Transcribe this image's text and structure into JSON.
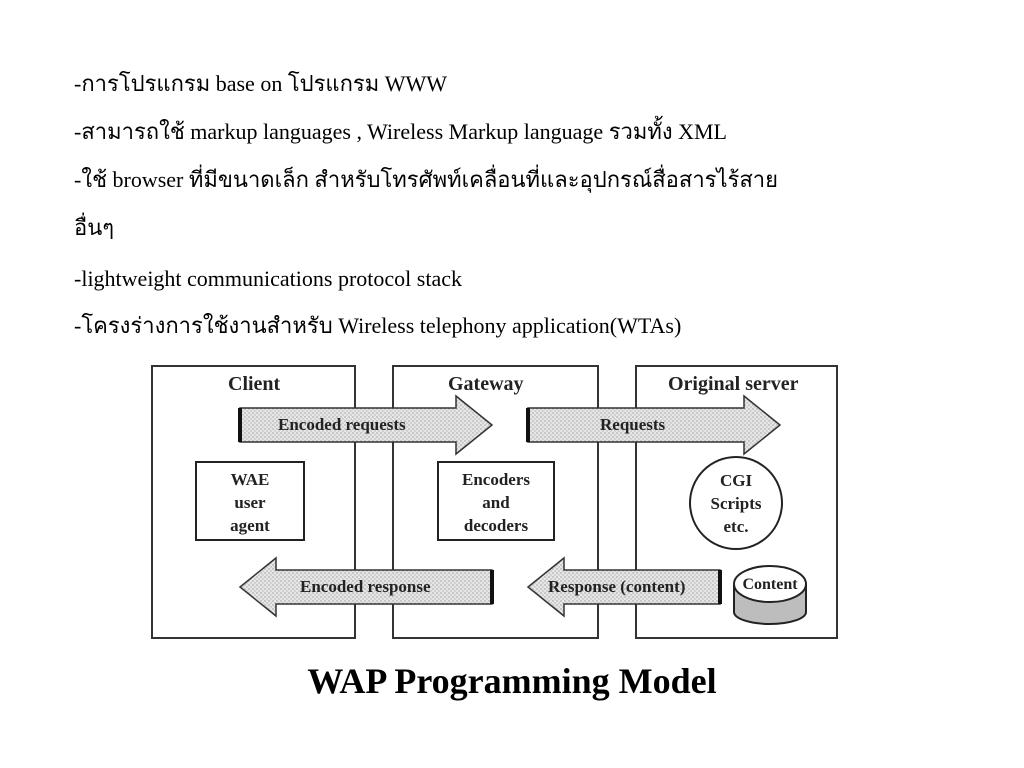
{
  "bullets": [
    "-การโปรแกรม base on โปรแกรม WWW",
    "-สามารถใช้ markup languages , Wireless Markup language รวมทั้ง XML",
    "-ใช้ browser ที่มีขนาดเล็ก สำหรับโทรศัพท์เคลื่อนที่และอุปกรณ์สื่อสารไร้สาย",
    "อื่นๆ",
    "-lightweight communications protocol stack",
    "-โครงร่างการใช้งานสำหรับ Wireless telephony application(WTAs)"
  ],
  "diagram": {
    "columns": {
      "client": "Client",
      "gateway": "Gateway",
      "server": "Original server"
    },
    "arrows": {
      "encoded_requests": "Encoded requests",
      "requests": "Requests",
      "encoded_response": "Encoded response",
      "response_content": "Response (content)"
    },
    "boxes": {
      "wae": [
        "WAE",
        "user",
        "agent"
      ],
      "encoders": [
        "Encoders",
        "and",
        "decoders"
      ],
      "cgi": [
        "CGI",
        "Scripts",
        "etc."
      ],
      "content": "Content"
    },
    "title": "WAP Programming Model"
  }
}
